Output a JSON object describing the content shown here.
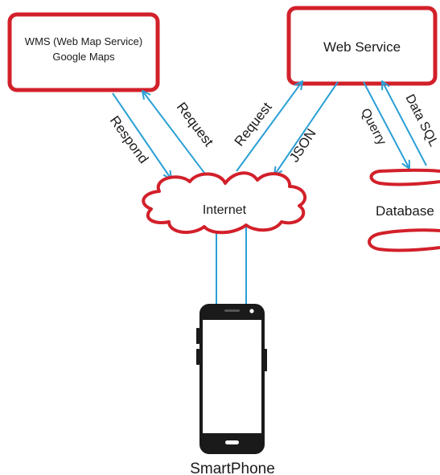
{
  "nodes": {
    "wms": {
      "line1": "WMS (Web Map Service)",
      "line2": "Google Maps"
    },
    "web_service": {
      "label": "Web Service"
    },
    "internet": {
      "label": "Internet"
    },
    "database": {
      "label": "Database"
    },
    "smartphone": {
      "label": "SmartPhone"
    }
  },
  "edges": {
    "respond": "Respond",
    "request_wms": "Request",
    "request_web": "Request",
    "json": "JSON",
    "querry": "Querry",
    "data_sql": "Data SQL"
  },
  "colors": {
    "outline": "#d2202a",
    "connector": "#2a9fd6",
    "phone_body": "#1a1a1a"
  }
}
